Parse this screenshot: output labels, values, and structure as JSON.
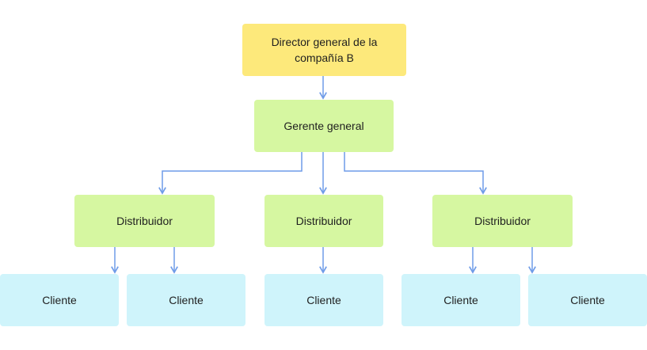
{
  "colors": {
    "director": "#fde97b",
    "manager": "#d6f7a1",
    "client": "#cff4fb",
    "connector": "#6f9ce8"
  },
  "director": {
    "label": "Director general de la compañía B"
  },
  "general_manager": {
    "label": "Gerente general"
  },
  "distributors": [
    {
      "label": "Distribuidor"
    },
    {
      "label": "Distribuidor"
    },
    {
      "label": "Distribuidor"
    }
  ],
  "clients": [
    {
      "label": "Cliente"
    },
    {
      "label": "Cliente"
    },
    {
      "label": "Cliente"
    },
    {
      "label": "Cliente"
    },
    {
      "label": "Cliente"
    }
  ]
}
